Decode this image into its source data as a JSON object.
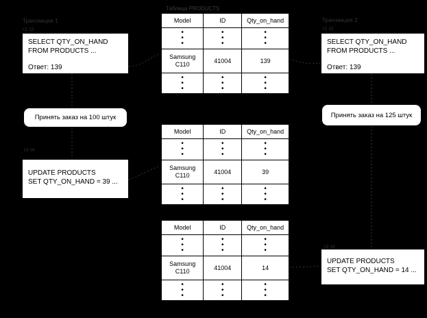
{
  "diagram": {
    "transactions": {
      "left": {
        "title": "Транзакция 1",
        "time": "t1   t2"
      },
      "right": {
        "title": "Транзакция 2",
        "time": "t1   t2"
      },
      "left_update_time": "t3   t4",
      "right_update_time": "t3   t4"
    },
    "boxes": {
      "select_left": {
        "line1": "SELECT QTY_ON_HAND",
        "line2": "FROM PRODUCTS ...",
        "answer": "Ответ: 139"
      },
      "select_right": {
        "line1": "SELECT QTY_ON_HAND",
        "line2": "FROM PRODUCTS ...",
        "answer": "Ответ: 139"
      },
      "order_left": "Принять заказ на 100 штук",
      "order_right": "Принять заказ на 125 штук",
      "update_left": {
        "line1": "UPDATE PRODUCTS",
        "line2": "SET QTY_ON_HAND = 39 ..."
      },
      "update_right": {
        "line1": "UPDATE PRODUCTS",
        "line2": "SET QTY_ON_HAND = 14 ..."
      }
    },
    "table_caption": "Таблица PRODUCTS",
    "columns": [
      "Model",
      "ID",
      "Qty_on_hand"
    ],
    "tables": [
      {
        "model_line1": "Samsung",
        "model_line2": "C110",
        "id": "41004",
        "qty": "139"
      },
      {
        "model_line1": "Samsung",
        "model_line2": "C110",
        "id": "41004",
        "qty": "39"
      },
      {
        "model_line1": "Samsung",
        "model_line2": "C110",
        "id": "41004",
        "qty": "14"
      }
    ],
    "ellipsis": "•"
  }
}
